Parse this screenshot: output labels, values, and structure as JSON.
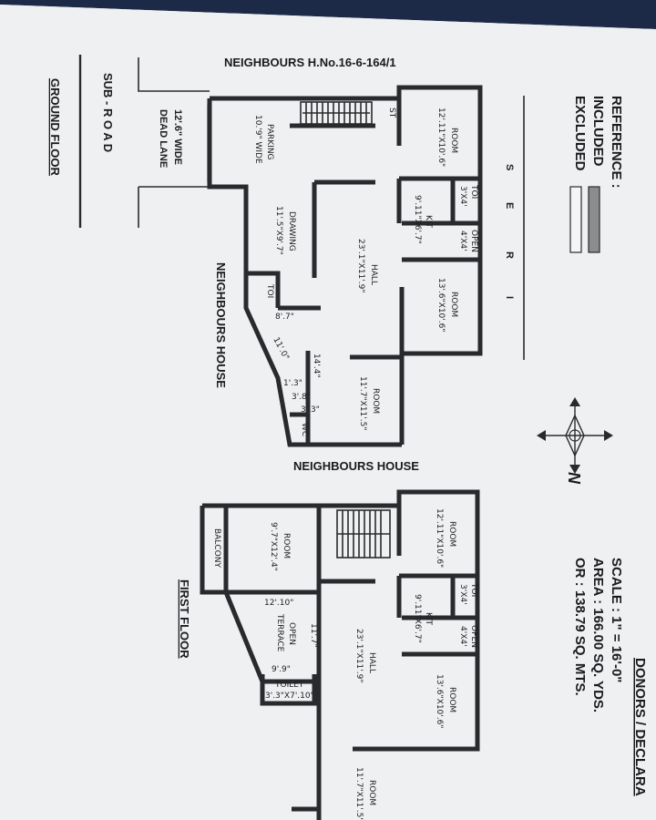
{
  "reference": {
    "title": "REFERENCE :",
    "included": "INCLUDED",
    "excluded": "EXCLUDED"
  },
  "scale": {
    "scale": "SCALE : 1\" = 16'-0\"",
    "area": "AREA  :  166.00 SQ. YDS.",
    "or": "OR     :  138.79 SQ. MTS."
  },
  "series_letters": [
    "S",
    "E",
    "R",
    "I"
  ],
  "north": "N",
  "ground": {
    "title": "GROUND FLOOR",
    "neighbours_top": "NEIGHBOURS H.No.16-6-164/1",
    "neighbours_side": "NEIGHBOURS HOUSE",
    "neighbours_bottom": "NEIGHBOURS HOUSE",
    "road": "SUB  -  R O A D",
    "lane_1": "12'.6\" WIDE",
    "lane_2": "DEAD LANE",
    "parking_1": "PARKING",
    "parking_2": "10.'9\" WIDE",
    "st": "ST",
    "room_a_1": "ROOM",
    "room_a_2": "12'.11\"X10'.6\"",
    "toi_1": "TOI",
    "toi_2": "3'X4'",
    "open_1": "OPEN",
    "open_2": "4'X4'",
    "kit_1": "KIT",
    "kit_2": "9'.11\"X6'.7\"",
    "room_b_1": "ROOM",
    "room_b_2": "13'.6\"X10'.6\"",
    "hall_1": "HALL",
    "hall_2": "23'.1\"X11'.9\"",
    "drawing_1": "DRAWING",
    "drawing_2": "11'.5\"X9'.7\"",
    "toi_small": "TOI",
    "dim_87": "8'.7\"",
    "dim_110": "11'.0\"",
    "dim_144": "14'.4\"",
    "dim_13": "1'.3\"",
    "dim_38": "3'.8\"",
    "dim_33": "3'.3\"",
    "room_c_1": "ROOM",
    "room_c_2": "11'.7\"X11'.5\"",
    "wc": "WC"
  },
  "first": {
    "title": "FIRST FLOOR",
    "room_a_1": "ROOM",
    "room_a_2": "12'.11\"X10'.6\"",
    "toi_1": "TOI",
    "toi_2": "3'X4'",
    "open_1": "OPEN",
    "open_2": "4'X4'",
    "kit_1": "KIT",
    "kit_2": "9'.11\"X6'.7\"",
    "room_b_1": "ROOM",
    "room_b_2": "13'.6\"X10'.6\"",
    "hall_1": "HALL",
    "hall_2": "23'.1\"X11'.9\"",
    "room_c_1": "ROOM",
    "room_c_2": "11'.7\"X11'.5\"",
    "room_d_1": "ROOM",
    "room_d_2": "9'.7\"X12'.4\"",
    "balcony": "BALCONY",
    "dim_1210": "12'.10\"",
    "dim_117": "11'.7\"",
    "terrace_1": "OPEN",
    "terrace_2": "TERRACE",
    "dim_99": "9'.9\"",
    "toilet_1": "TOILET",
    "toilet_2": "3'.3\"X7'.10\""
  },
  "donors": "DONORS / DECLARA"
}
